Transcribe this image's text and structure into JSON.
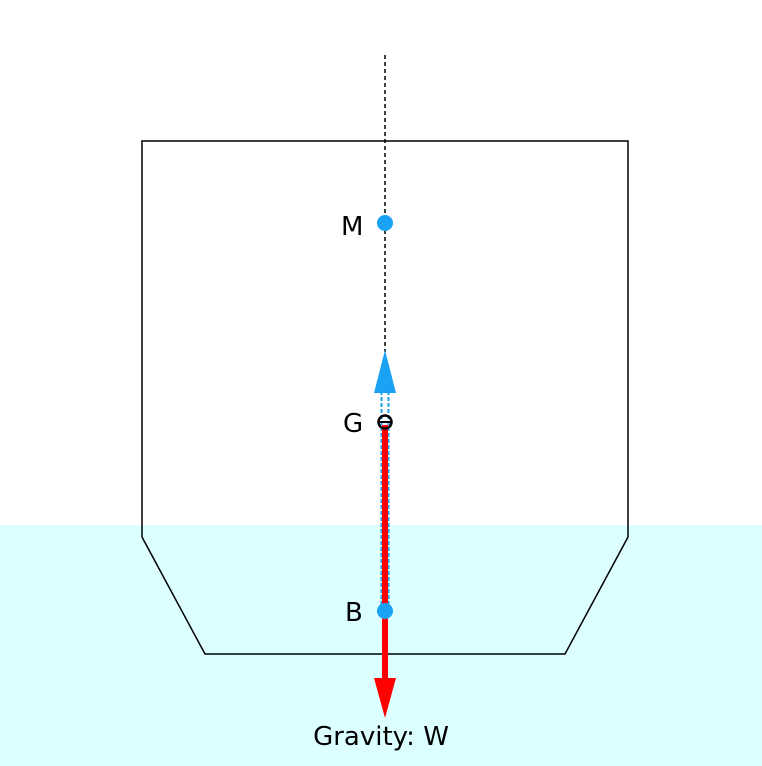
{
  "colors": {
    "water": "#dcffff",
    "hull_stroke": "#000000",
    "point": "#1aa3f5",
    "buoyancy_arrow": "#1aa3f5",
    "gravity_arrow": "#ff0000",
    "centerline": "#000000"
  },
  "labels": {
    "metacenter": "M",
    "center_of_gravity": "G",
    "center_of_buoyancy": "B",
    "gravity_force": "Gravity: W"
  }
}
